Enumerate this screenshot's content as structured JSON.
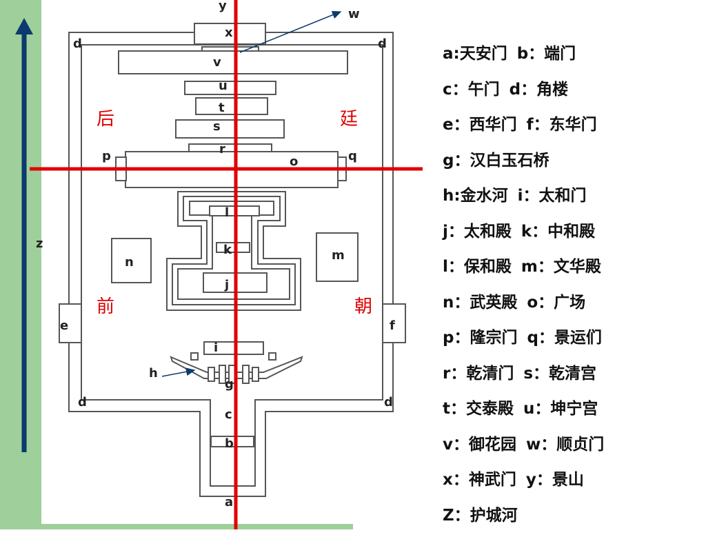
{
  "labels": {
    "a": "a",
    "b": "b",
    "c": "c",
    "d": "d",
    "e": "e",
    "f": "f",
    "g": "g",
    "h": "h",
    "i": "i",
    "j": "j",
    "k": "k",
    "l": "l",
    "m": "m",
    "n": "n",
    "o": "o",
    "p": "p",
    "q": "q",
    "r": "r",
    "s": "s",
    "t": "t",
    "u": "u",
    "v": "v",
    "w": "w",
    "x": "x",
    "y": "y",
    "z": "z"
  },
  "zones": {
    "hou": "后",
    "ting": "廷",
    "qian": "前",
    "chao": "朝"
  },
  "legend": [
    [
      "a:天安门",
      "b：端门"
    ],
    [
      "c：午门",
      "d：角楼"
    ],
    [
      "e：西华门",
      "f：东华门"
    ],
    [
      "g：汉白玉石桥"
    ],
    [
      "h:金水河",
      "i：太和门"
    ],
    [
      "j：太和殿",
      "k：中和殿"
    ],
    [
      "l：保和殿",
      "m：文华殿"
    ],
    [
      "n：武英殿",
      "o：广场"
    ],
    [
      "p：隆宗门",
      "q：景运们"
    ],
    [
      "r：乾清门",
      "s：乾清宫"
    ],
    [
      "t：交泰殿",
      "u：坤宁宫"
    ],
    [
      "v：御花园",
      "w：顺贞门"
    ],
    [
      "x：神武门",
      "y：景山"
    ],
    [
      "Z：护城河"
    ]
  ],
  "colors": {
    "axis": "#e00000",
    "arrow": "#0b3a6e",
    "band": "#9fcf9b",
    "lines": "#555555"
  }
}
